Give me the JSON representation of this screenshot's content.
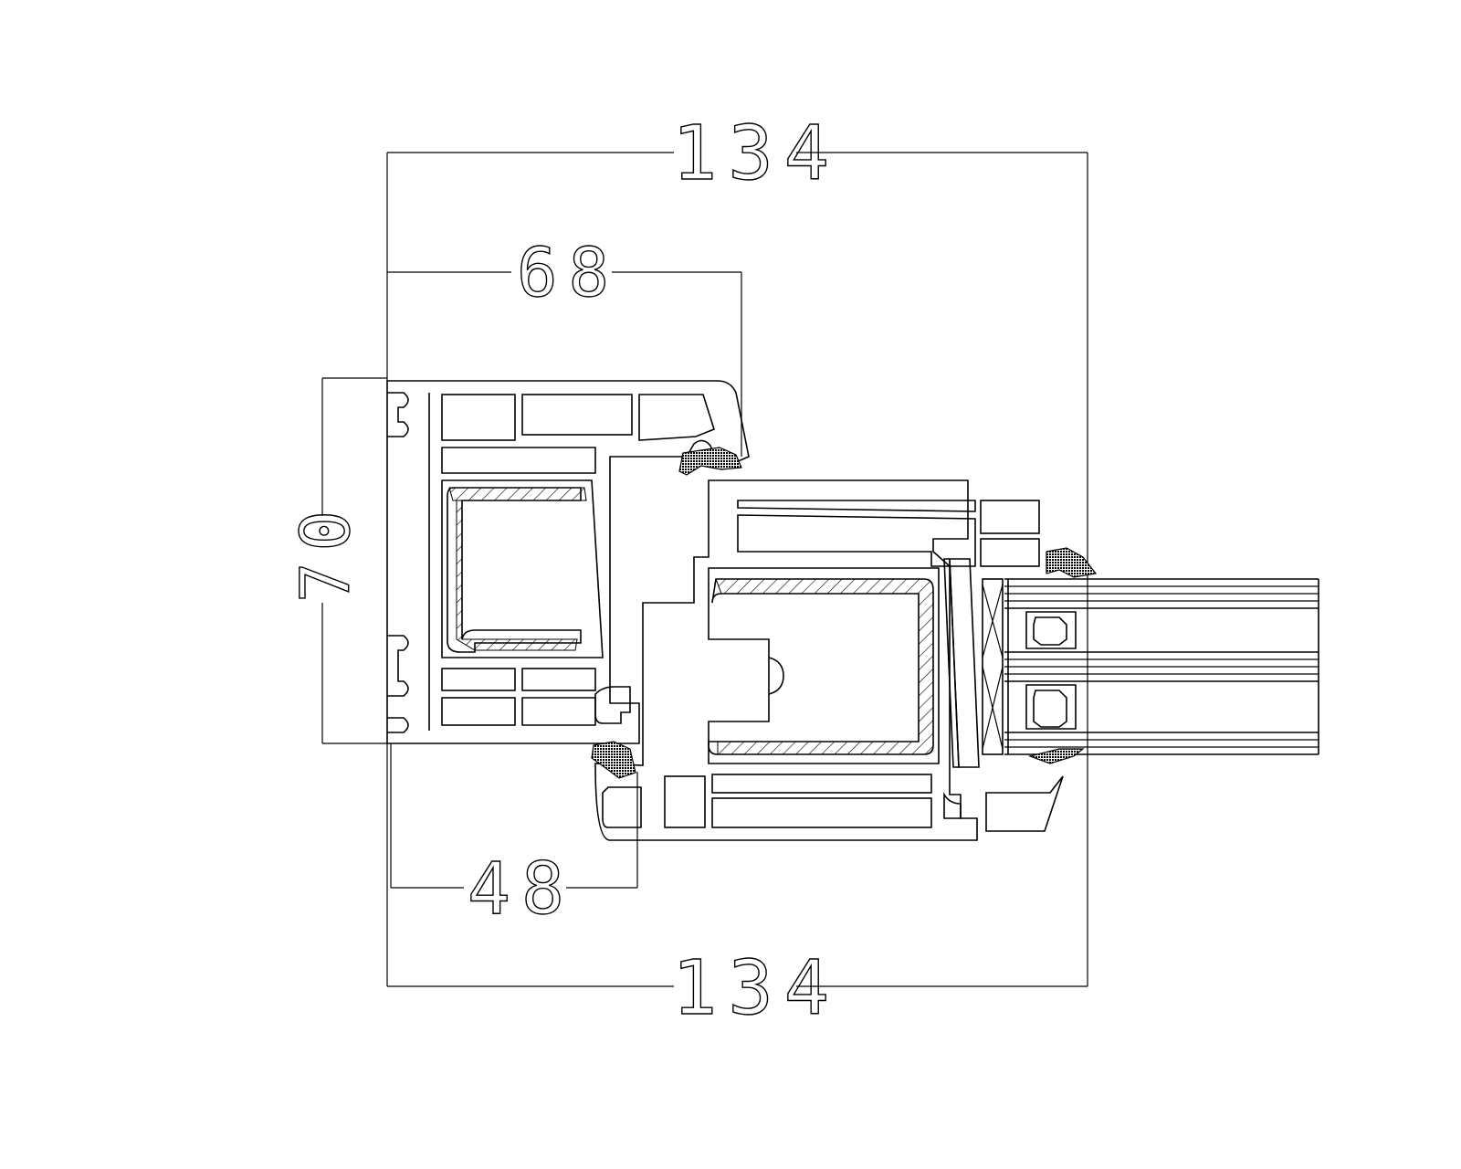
{
  "drawing": {
    "dimensions": {
      "top_overall": "134",
      "top_frame": "68",
      "left_height": "70",
      "bottom_frame": "48",
      "bottom_overall": "134"
    },
    "colors": {
      "line": "#000000",
      "background": "#ffffff"
    }
  }
}
